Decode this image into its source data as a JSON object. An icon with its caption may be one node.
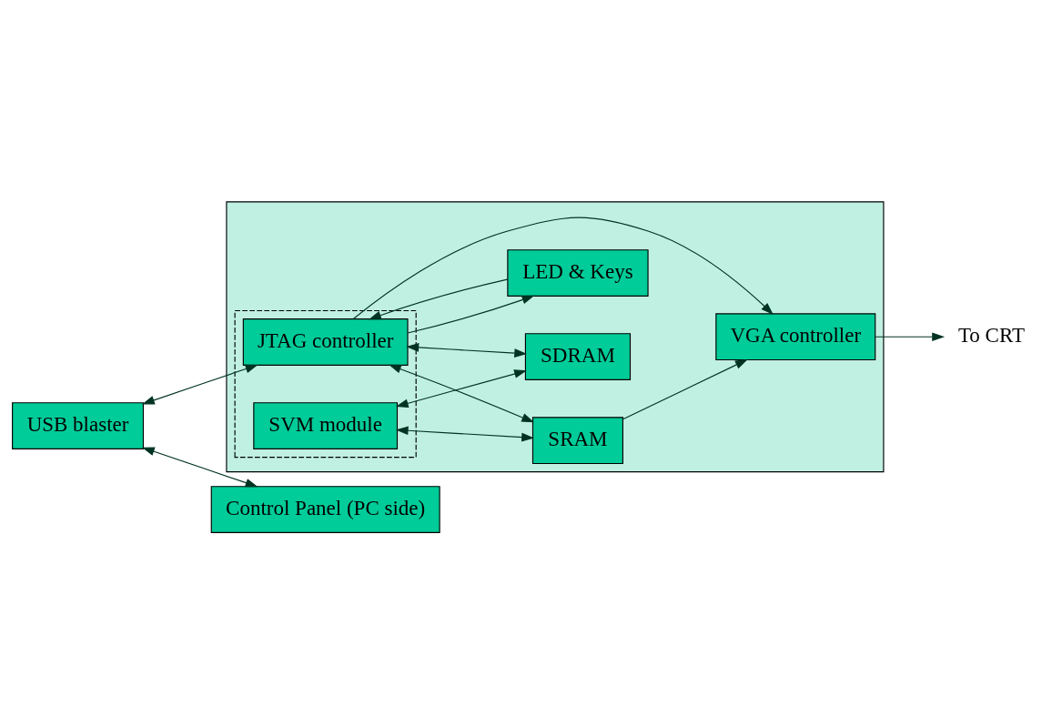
{
  "diagram": {
    "nodes": [
      {
        "text": [],
        "shape": "box"
      },
      {
        "text": [],
        "shape": "box",
        "in": 0
      },
      {
        "text": [
          "USB blaster"
        ]
      },
      {
        "text": [
          "Control Panel (PC side)"
        ]
      },
      {
        "text": [
          "JTAG controller"
        ],
        "in": 1
      },
      {
        "text": [
          "LED & Keys"
        ],
        "in": 0
      },
      {
        "text": [
          "SDRAM"
        ],
        "in": 0
      },
      {
        "text": [
          "SVM module"
        ],
        "in": 1
      },
      {
        "text": [
          "SRAM"
        ],
        "in": 0
      },
      {
        "text": [
          "VGA controller"
        ],
        "in": 0
      },
      {
        "text": [
          "To CRT"
        ]
      }
    ],
    "edges": [
      {
        "from": 2,
        "to": 4,
        "arrow": "both"
      },
      {
        "from": 2,
        "to": 3,
        "arrow": "both"
      },
      {
        "from": 4,
        "to": 5,
        "arrow": "to"
      },
      {
        "from": 5,
        "to": 4,
        "arrow": "to"
      },
      {
        "from": 4,
        "to": 6,
        "arrow": "both"
      },
      {
        "from": 7,
        "to": 6,
        "arrow": "both"
      },
      {
        "from": 7,
        "to": 8,
        "arrow": "both"
      },
      {
        "from": 4,
        "to": 8,
        "arrow": "both"
      },
      {
        "from": 4,
        "to": 9,
        "arrow": "to"
      },
      {
        "from": 8,
        "to": 9,
        "arrow": "to"
      },
      {
        "from": 9,
        "to": 10,
        "arrow": "to"
      }
    ]
  }
}
